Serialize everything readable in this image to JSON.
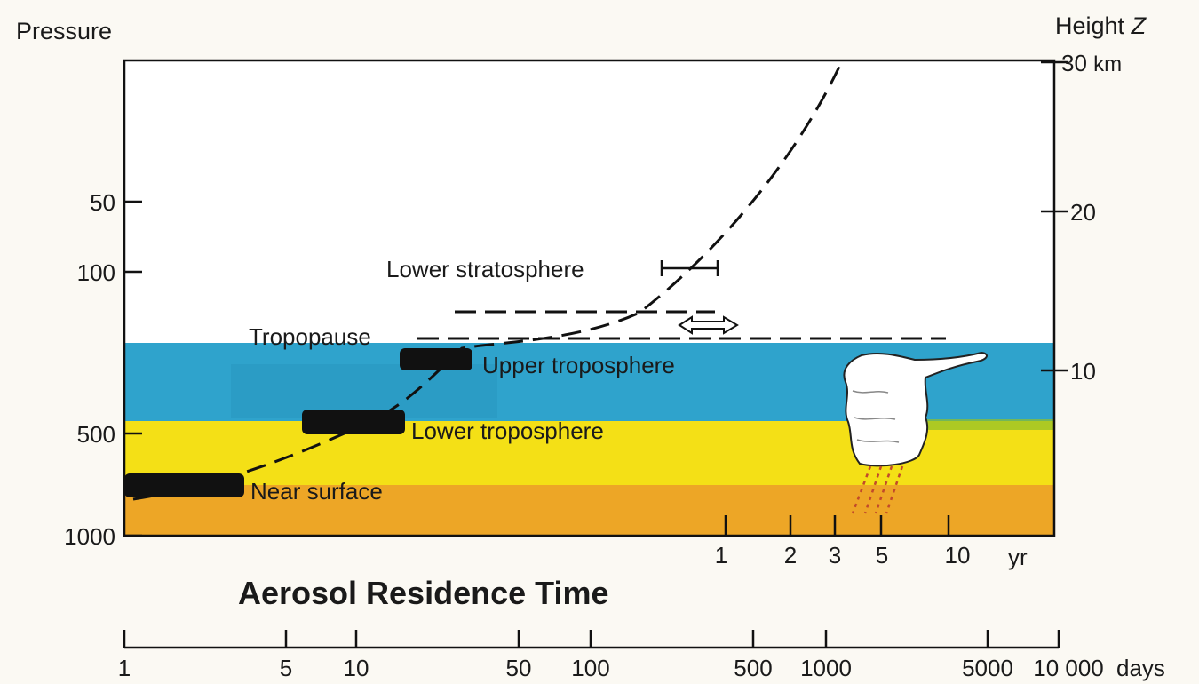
{
  "left_axis": {
    "title": "Pressure",
    "ticks": [
      "50",
      "100",
      "500",
      "1000"
    ]
  },
  "right_axis": {
    "title_word": "Height",
    "title_var": "Z",
    "unit": "km",
    "ticks": [
      "30",
      "20",
      "10"
    ]
  },
  "layers": {
    "lower_stratosphere": "Lower stratosphere",
    "tropopause": "Tropopause",
    "upper_troposphere": "Upper troposphere",
    "lower_troposphere": "Lower troposphere",
    "near_surface": "Near surface"
  },
  "years_scale": {
    "ticks": [
      "1",
      "2",
      "3",
      "5",
      "10"
    ],
    "unit": "yr"
  },
  "days_scale": {
    "ticks": [
      "1",
      "5",
      "10",
      "50",
      "100",
      "500",
      "1000",
      "5000",
      "10 000"
    ],
    "unit": "days"
  },
  "title": "Aerosol Residence Time",
  "colors": {
    "stratosphere": "#ffffff",
    "upper_troposphere": "#2fa3cc",
    "lower_troposphere": "#f4e016",
    "near_surface": "#eda626",
    "ink": "#111111"
  }
}
